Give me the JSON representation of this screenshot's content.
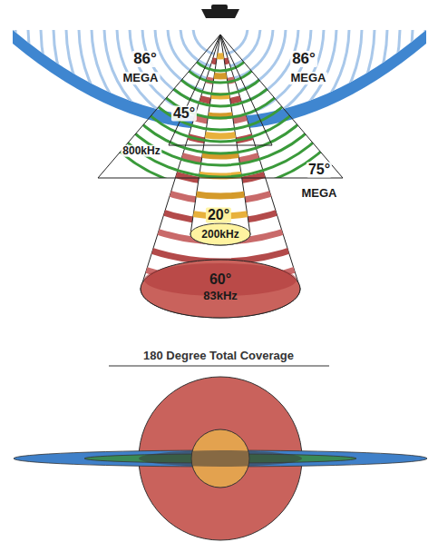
{
  "diagram": {
    "title": "180 Degree Total Coverage",
    "nodes": [
      {
        "text": [
          "86°",
          "MEGA",
          "86°",
          "MEGA"
        ]
      },
      {
        "text": [
          "75°",
          "MEGA"
        ]
      },
      {
        "text": [
          "45°",
          "800kHz"
        ],
        "in": 1
      },
      {
        "text": [
          "60°",
          "83kHz"
        ]
      },
      {
        "text": [
          "20°",
          "200kHz"
        ],
        "in": 3
      }
    ]
  }
}
